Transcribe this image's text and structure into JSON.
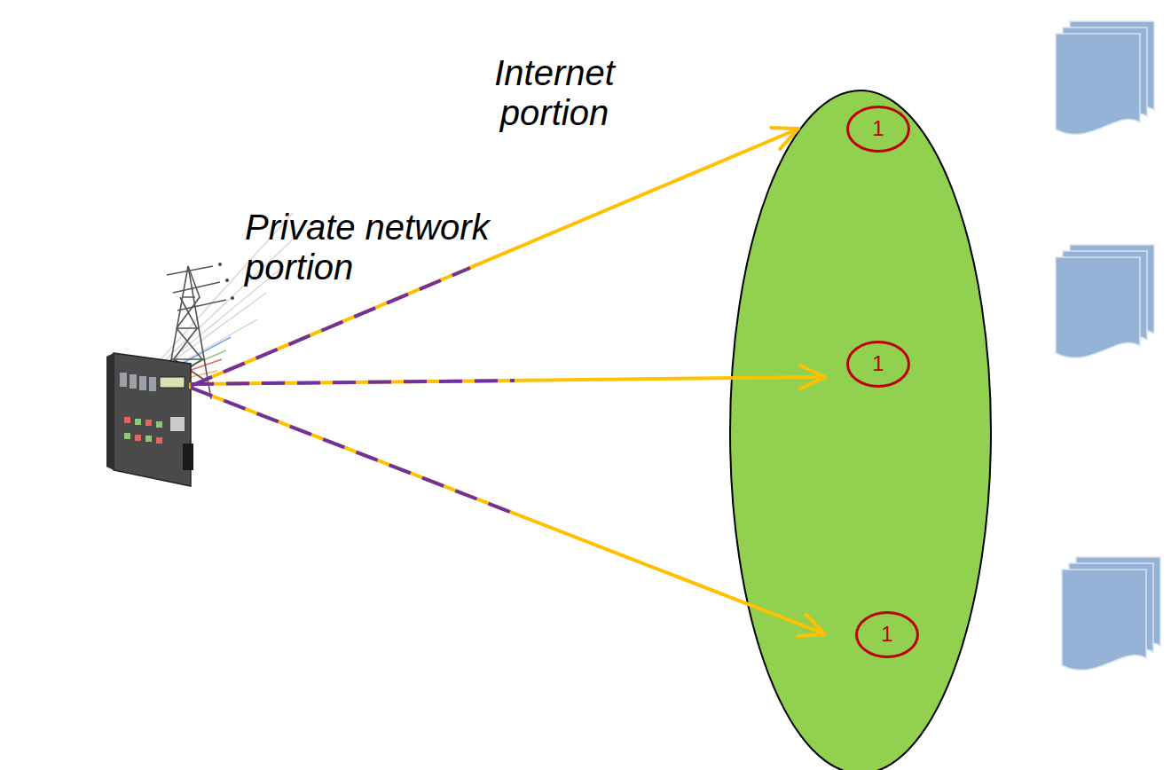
{
  "diagram": {
    "nodes": [
      {
        "text": [
          "1"
        ]
      },
      {
        "text": [
          "1"
        ]
      },
      {
        "text": [
          "1"
        ]
      }
    ],
    "labels": [
      "Internet portion",
      "Private network portion"
    ]
  }
}
